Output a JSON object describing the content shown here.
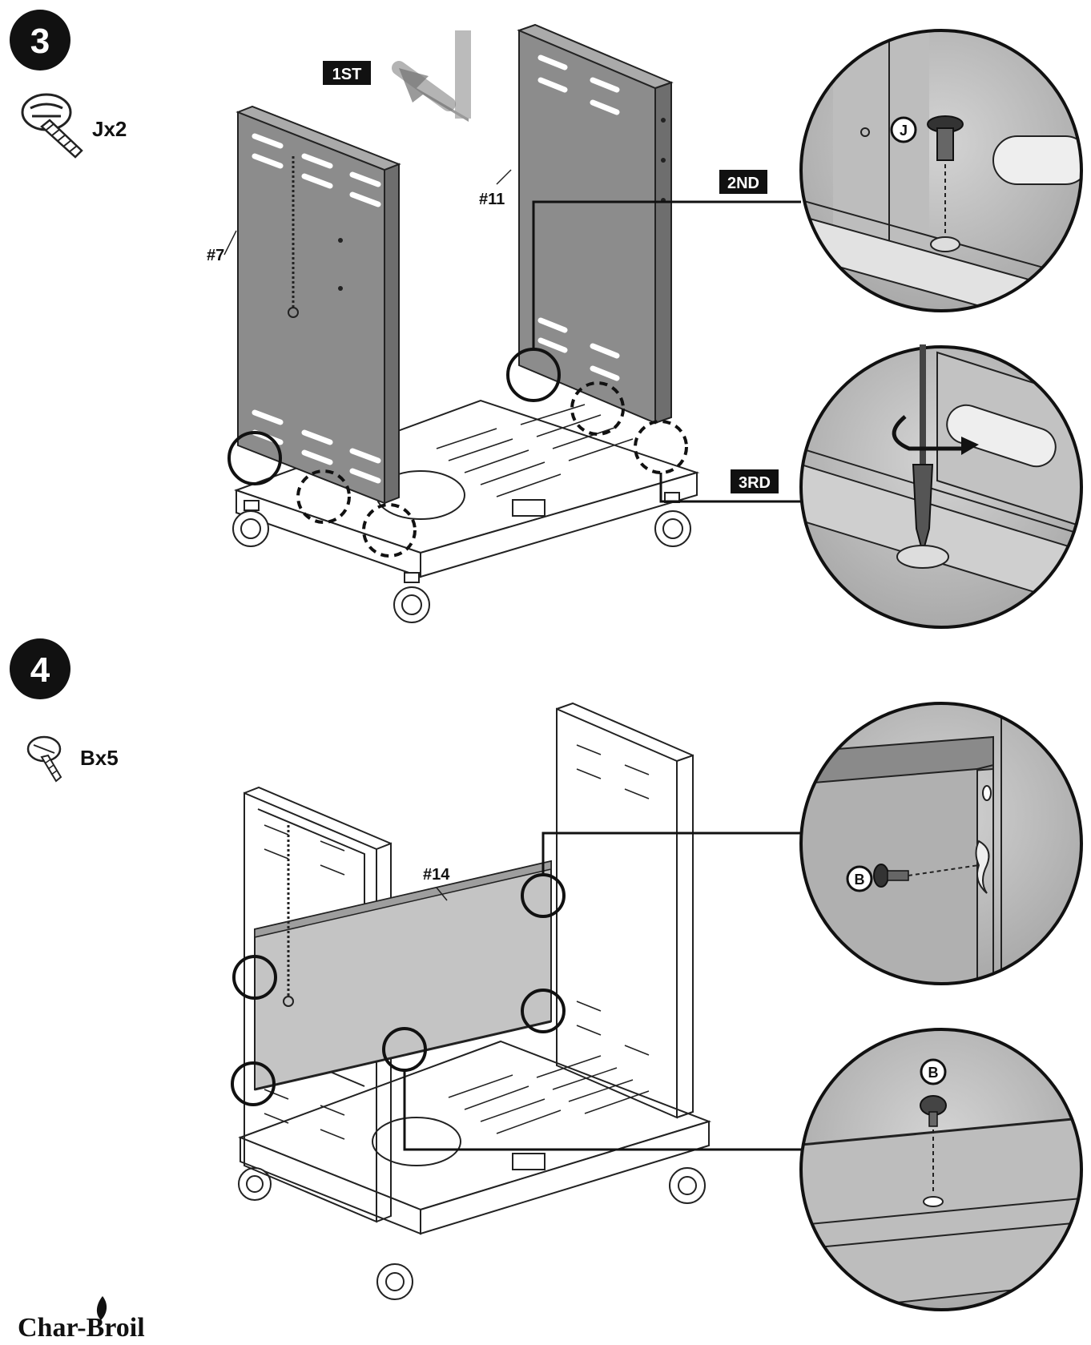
{
  "steps": [
    {
      "number": "3",
      "hardware": {
        "icon": "bolt-icon",
        "label": "Jx2"
      },
      "parts": {
        "left_panel": "#7",
        "right_panel": "#11"
      },
      "sequence": {
        "first": "1ST",
        "second": "2ND",
        "third": "3RD"
      },
      "callout_letter": "J"
    },
    {
      "number": "4",
      "hardware": {
        "icon": "screw-icon",
        "label": "Bx5"
      },
      "parts": {
        "back_panel": "#14"
      },
      "callout_letter_side": "B",
      "callout_letter_bottom": "B"
    }
  ],
  "brand": {
    "name": "Char-Broil"
  },
  "colors": {
    "panel": "#8c8c8c",
    "panel_dark": "#6e6e6e",
    "line": "#1a1a1a",
    "badge": "#111111"
  }
}
